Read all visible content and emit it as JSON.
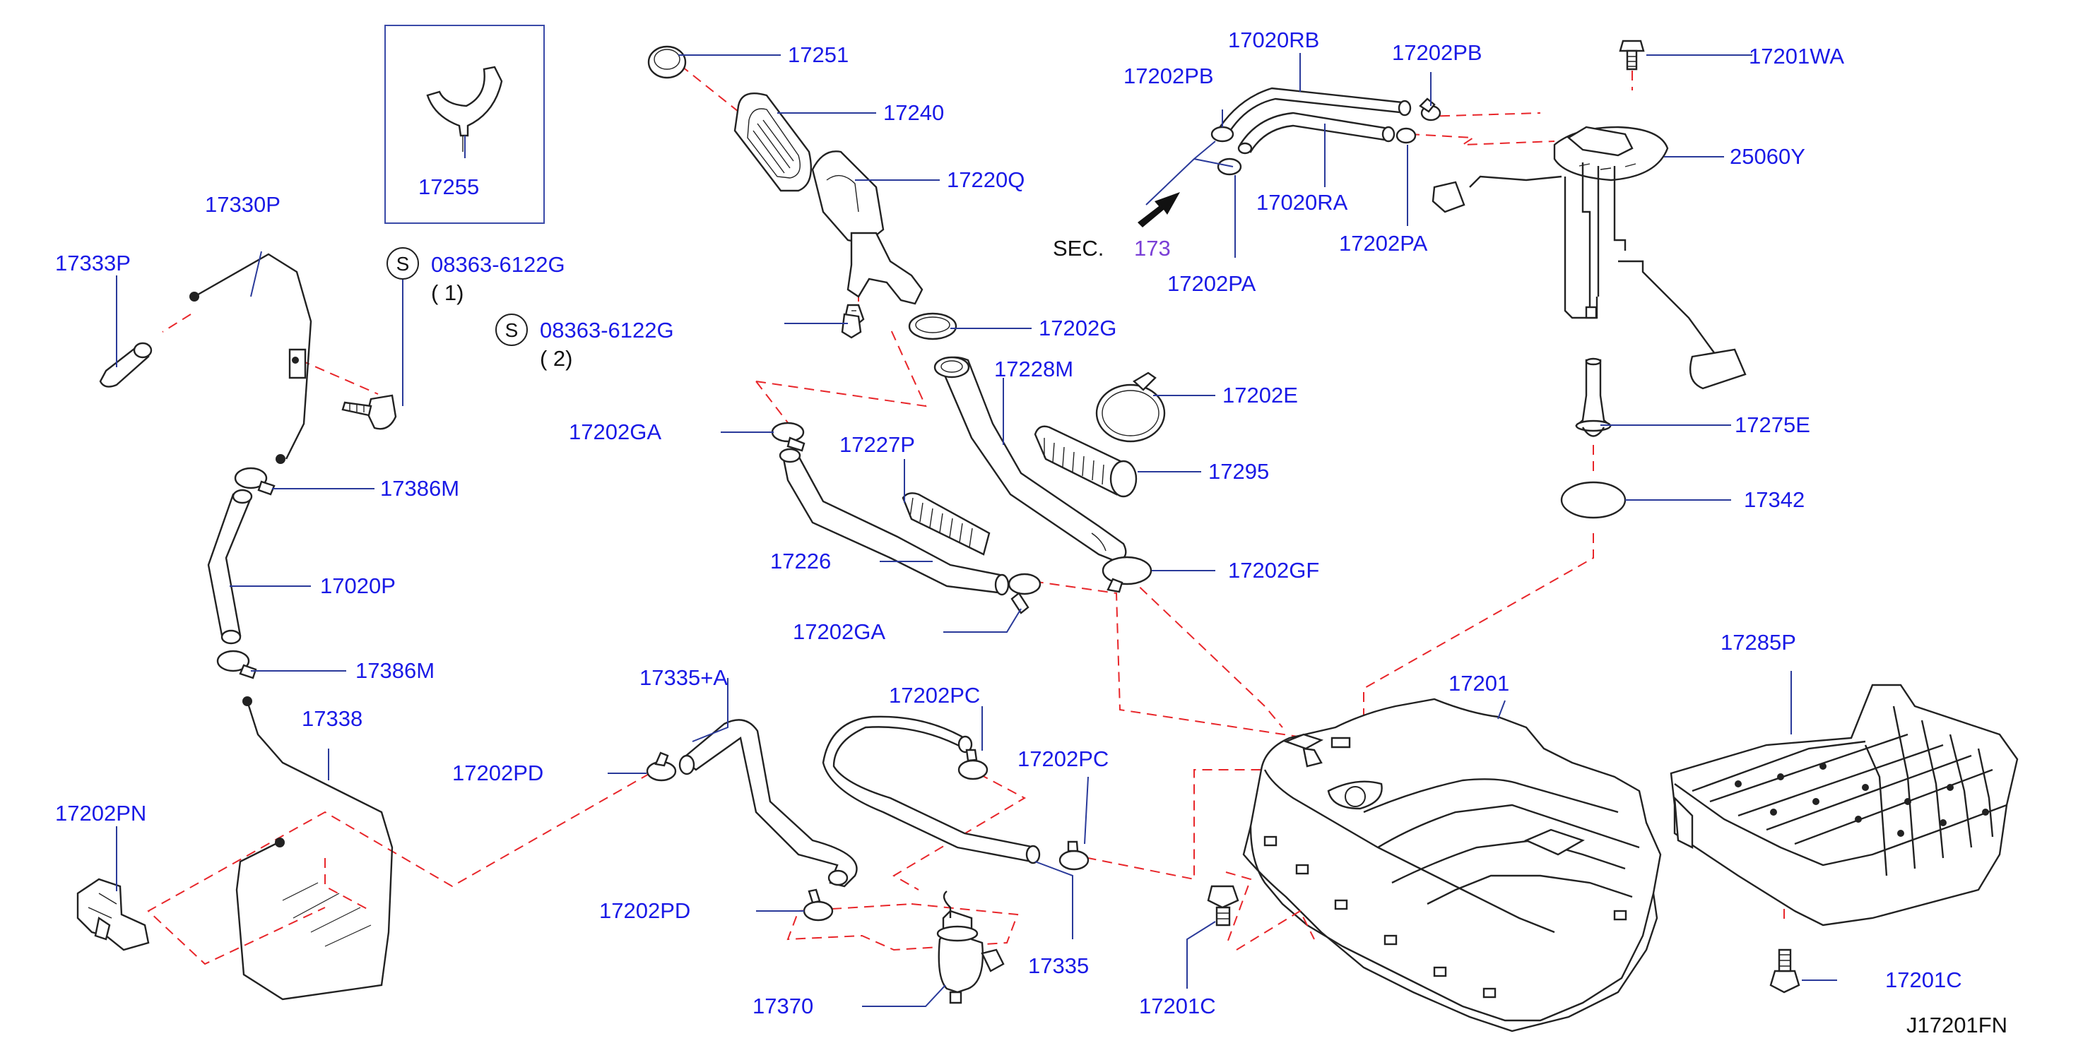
{
  "diagram_code": "J17201FN",
  "sec_ref": {
    "prefix": "SEC.",
    "number": "173"
  },
  "fasteners": [
    {
      "symbol": "S",
      "part": "08363-6122G",
      "qty": "( 1)"
    },
    {
      "symbol": "S",
      "part": "08363-6122G",
      "qty": "( 2)"
    }
  ],
  "labels": {
    "p17251": "17251",
    "p17240": "17240",
    "p17220Q": "17220Q",
    "p17255": "17255",
    "p17330P": "17330P",
    "p17333P": "17333P",
    "p17386M_a": "17386M",
    "p17020P": "17020P",
    "p17386M_b": "17386M",
    "p17338": "17338",
    "p17202PN": "17202PN",
    "p17202G": "17202G",
    "p17228M": "17228M",
    "p17202E": "17202E",
    "p17202GA_a": "17202GA",
    "p17227P": "17227P",
    "p17295": "17295",
    "p17226": "17226",
    "p17202GF": "17202GF",
    "p17202GA_b": "17202GA",
    "p17020RB": "17020RB",
    "p17202PB_a": "17202PB",
    "p17202PB_b": "17202PB",
    "p17201WA": "17201WA",
    "p25060Y": "25060Y",
    "p17020RA": "17020RA",
    "p17202PA_a": "17202PA",
    "p17202PA_b": "17202PA",
    "p17275E": "17275E",
    "p17342": "17342",
    "p17335A": "17335+A",
    "p17202PD_a": "17202PD",
    "p17202PD_b": "17202PD",
    "p17202PC_a": "17202PC",
    "p17202PC_b": "17202PC",
    "p17335": "17335",
    "p17370": "17370",
    "p17201": "17201",
    "p17201C_a": "17201C",
    "p17285P": "17285P",
    "p17201C_b": "17201C"
  }
}
